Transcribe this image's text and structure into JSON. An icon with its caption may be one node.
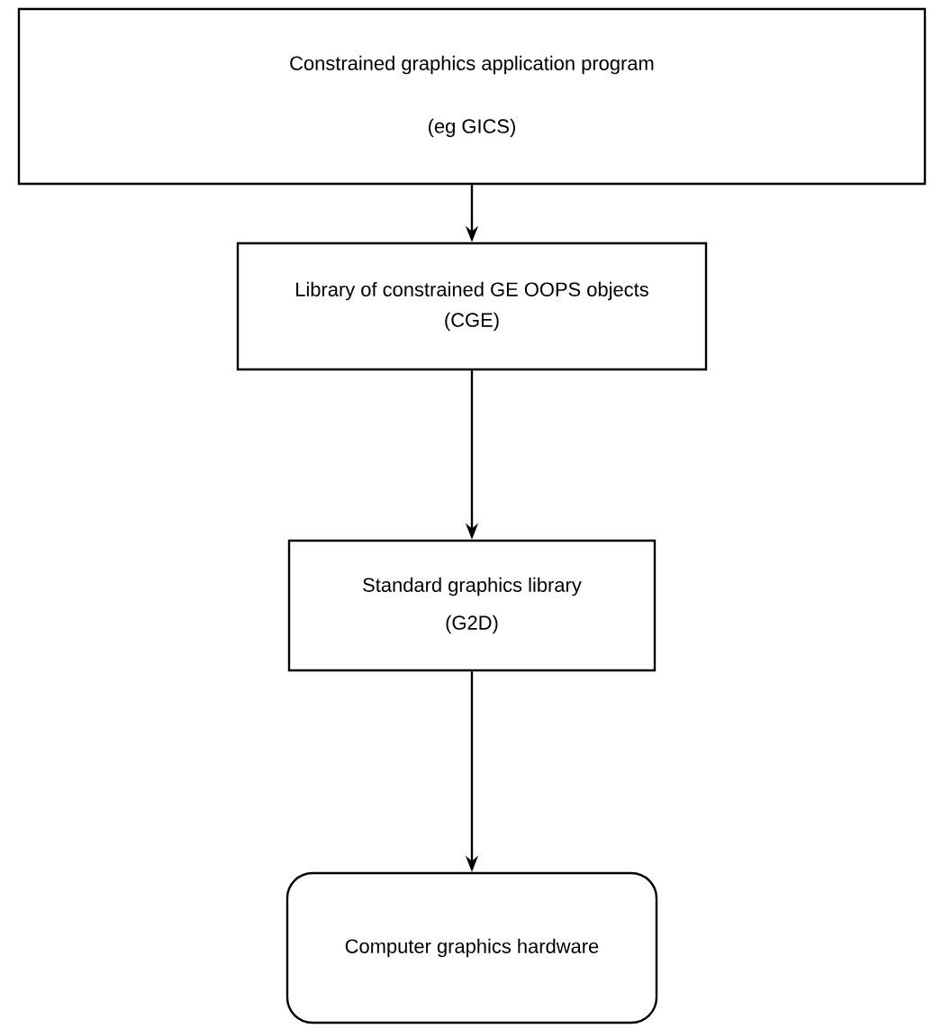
{
  "diagram": {
    "nodes": [
      {
        "text": [
          "Constrained graphics application program",
          "(eg GICS)"
        ]
      },
      {
        "text": [
          "Library of constrained GE OOPS objects",
          "(CGE)"
        ]
      },
      {
        "text": [
          "Standard graphics library",
          "(G2D)"
        ]
      },
      {
        "text": [
          "Computer graphics hardware"
        ]
      }
    ],
    "edges": [
      {
        "from": 0,
        "to": 1,
        "arrow": "to"
      },
      {
        "from": 1,
        "to": 2,
        "arrow": "to"
      },
      {
        "from": 2,
        "to": 3,
        "arrow": "to"
      }
    ]
  }
}
